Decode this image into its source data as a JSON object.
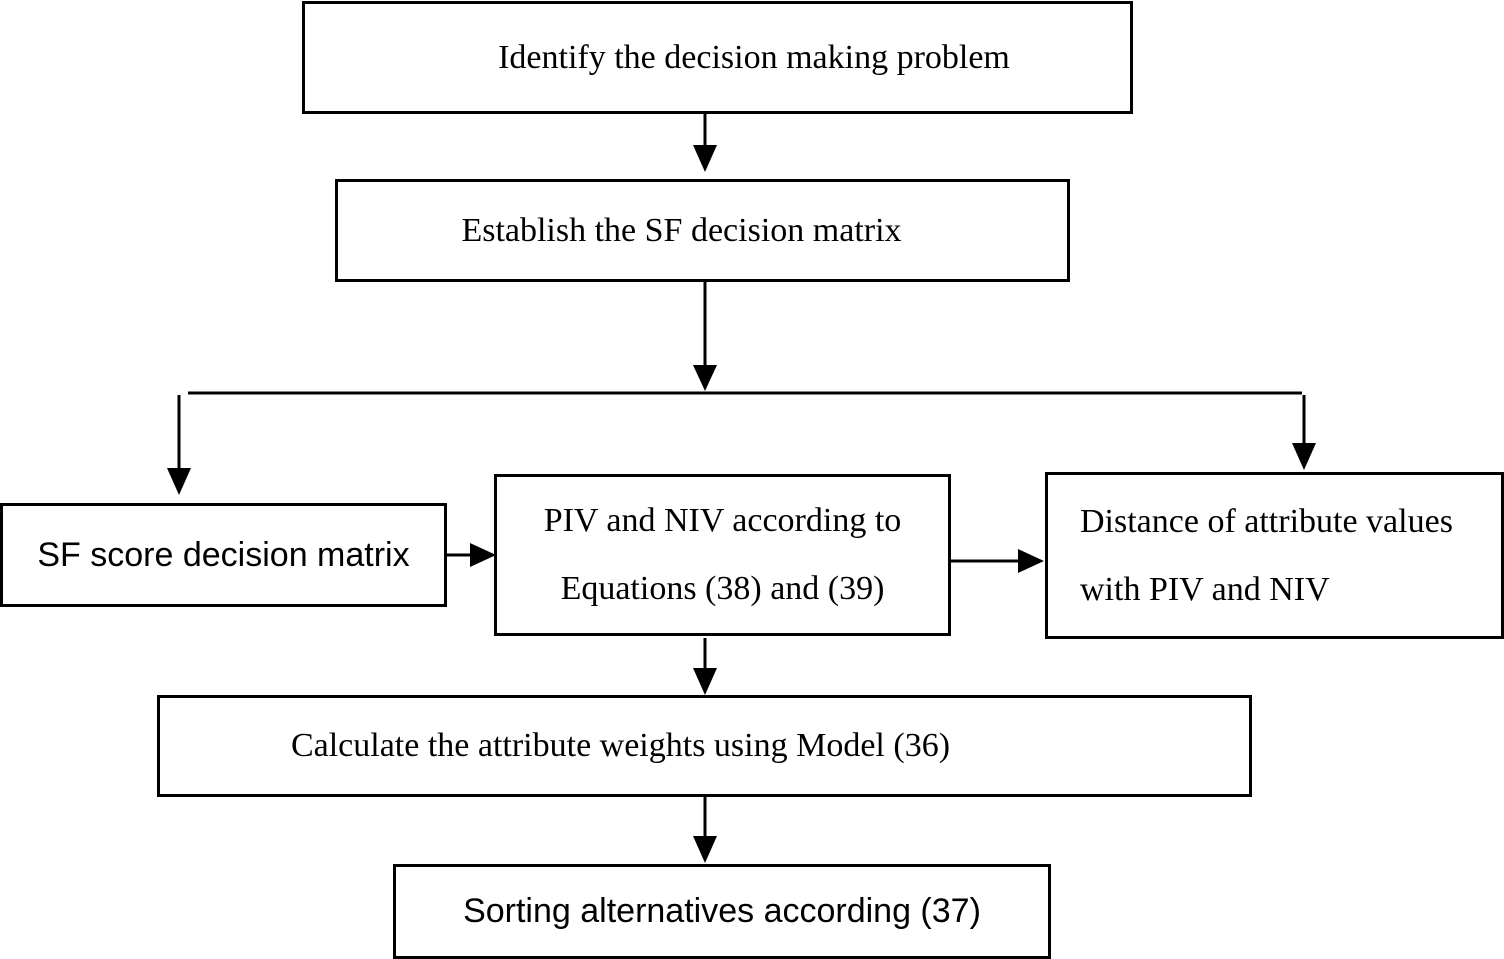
{
  "steps": {
    "identify": "Identify the decision making problem",
    "establish": "Establish the SF decision matrix",
    "score_matrix": "SF score decision matrix",
    "piv_niv": {
      "line1": "PIV and NIV according to",
      "line2": "Equations (38) and (39)"
    },
    "distance": {
      "line1": "Distance of attribute values",
      "line2": "with PIV and NIV"
    },
    "calculate": "Calculate the attribute weights using Model (36)",
    "sorting": "Sorting alternatives according (37)"
  },
  "connectors": [
    {
      "from": "identify",
      "to": "establish"
    },
    {
      "from": "establish",
      "to": "branch"
    },
    {
      "from": "branch",
      "to": "score_matrix"
    },
    {
      "from": "branch",
      "to": "distance"
    },
    {
      "from": "score_matrix",
      "to": "piv_niv"
    },
    {
      "from": "piv_niv",
      "to": "distance"
    },
    {
      "from": "piv_niv",
      "to": "calculate"
    },
    {
      "from": "calculate",
      "to": "sorting"
    }
  ]
}
